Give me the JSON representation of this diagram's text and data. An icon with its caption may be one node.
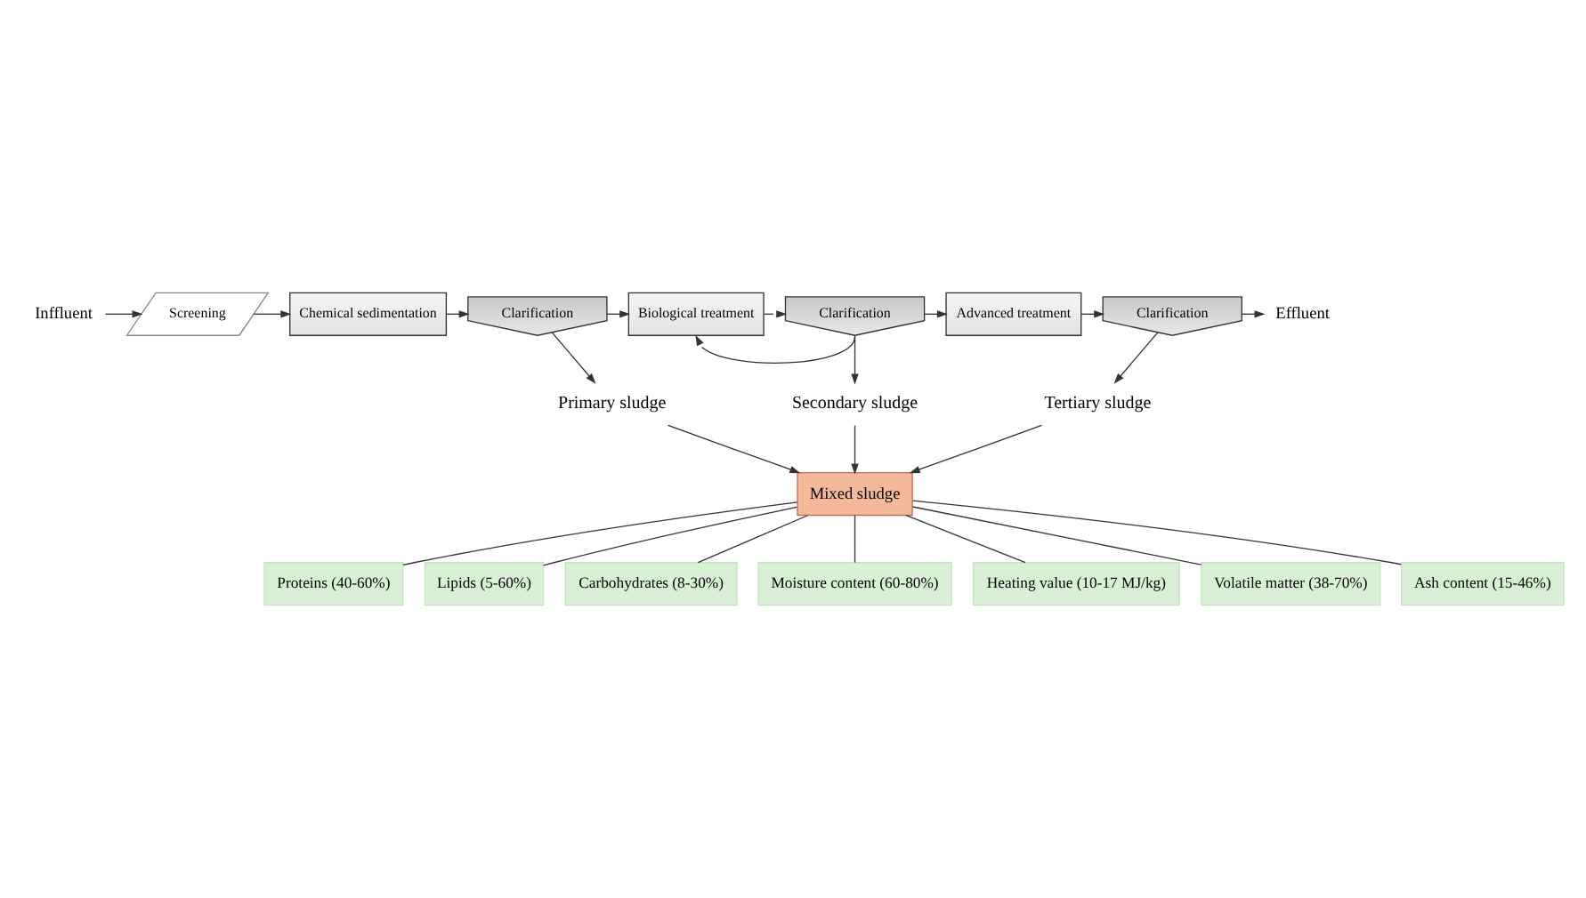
{
  "diagram": {
    "nodes": [
      {
        "text": [
          "Inffluent"
        ]
      },
      {
        "text": [
          "Screening"
        ]
      },
      {
        "text": [
          "Chemical sedimentation"
        ]
      },
      {
        "text": [
          "Clarification"
        ]
      },
      {
        "text": [
          "Biological treatment"
        ]
      },
      {
        "text": [
          "Clarification"
        ]
      },
      {
        "text": [
          "Advanced treatment"
        ]
      },
      {
        "text": [
          "Clarification"
        ]
      },
      {
        "text": [
          "Effluent"
        ]
      },
      {
        "text": [
          "Primary sludge"
        ]
      },
      {
        "text": [
          "Secondary sludge"
        ]
      },
      {
        "text": [
          "Tertiary sludge"
        ]
      },
      {
        "text": [
          "Mixed sludge"
        ]
      },
      {
        "text": [
          "Proteins (40-60%)"
        ]
      },
      {
        "text": [
          "Lipids (5-60%)"
        ]
      },
      {
        "text": [
          "Carbohydrates (8-30%)"
        ]
      },
      {
        "text": [
          "Moisture content (60-80%)"
        ]
      },
      {
        "text": [
          "Heating value (10-17 MJ/kg)"
        ]
      },
      {
        "text": [
          "Volatile matter (38-70%)"
        ]
      },
      {
        "text": [
          "Ash content (15-46%)"
        ]
      }
    ],
    "edges": [
      {
        "from": 0,
        "to": 1,
        "arrow": "to"
      },
      {
        "from": 1,
        "to": 2,
        "arrow": "to"
      },
      {
        "from": 2,
        "to": 3,
        "arrow": "to"
      },
      {
        "from": 3,
        "to": 4,
        "arrow": "to"
      },
      {
        "from": 4,
        "to": 5,
        "arrow": "to"
      },
      {
        "from": 5,
        "to": 6,
        "arrow": "to"
      },
      {
        "from": 6,
        "to": 7,
        "arrow": "to"
      },
      {
        "from": 7,
        "to": 8,
        "arrow": "to"
      },
      {
        "from": 5,
        "to": 4,
        "arrow": "to"
      },
      {
        "from": 3,
        "to": 9,
        "arrow": "to"
      },
      {
        "from": 5,
        "to": 10,
        "arrow": "to"
      },
      {
        "from": 7,
        "to": 11,
        "arrow": "to"
      },
      {
        "from": 9,
        "to": 12,
        "arrow": "to"
      },
      {
        "from": 10,
        "to": 12,
        "arrow": "to"
      },
      {
        "from": 11,
        "to": 12,
        "arrow": "to"
      },
      {
        "from": 12,
        "to": 13,
        "arrow": "none"
      },
      {
        "from": 12,
        "to": 16,
        "arrow": "none"
      },
      {
        "from": 12,
        "to": 18,
        "arrow": "none"
      },
      {
        "from": 12,
        "to": 14,
        "arrow": "none"
      },
      {
        "from": 12,
        "to": 19,
        "arrow": "none"
      },
      {
        "from": 12,
        "to": 17,
        "arrow": "none"
      },
      {
        "from": 12,
        "to": 15,
        "arrow": "none"
      }
    ]
  }
}
